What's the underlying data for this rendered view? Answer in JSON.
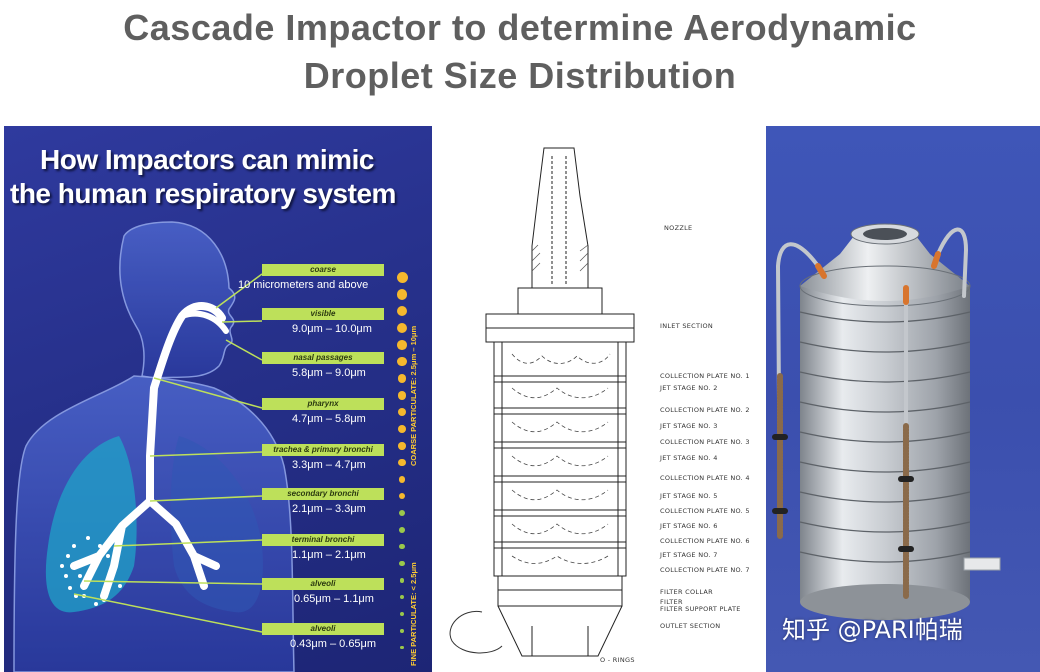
{
  "title": {
    "line1": "Cascade Impactor to determine Aerodynamic",
    "line2": "Droplet Size Distribution"
  },
  "left_panel": {
    "headline_line1": "How Impactors can mimic",
    "headline_line2": "the human respiratory system",
    "regions": [
      {
        "tag": "coarse",
        "value": "10 micrometers and above"
      },
      {
        "tag": "visible",
        "value": "9.0μm – 10.0μm"
      },
      {
        "tag": "nasal passages",
        "value": "5.8μm – 9.0μm"
      },
      {
        "tag": "pharynx",
        "value": "4.7μm – 5.8μm"
      },
      {
        "tag": "trachea & primary bronchi",
        "value": "3.3μm – 4.7μm"
      },
      {
        "tag": "secondary bronchi",
        "value": "2.1μm – 3.3μm"
      },
      {
        "tag": "terminal bronchi",
        "value": "1.1μm – 2.1μm"
      },
      {
        "tag": "alveoli",
        "value": "0.65μm – 1.1μm"
      },
      {
        "tag": "alveoli",
        "value": "0.43μm – 0.65μm"
      }
    ],
    "coarse_axis_label": "COARSE PARTICULATE: 2.5μm – 10μm",
    "fine_axis_label": "FINE PARTICULATE: < 2.5μm",
    "colors": {
      "background": "#2a3393",
      "tag": "#bde05a",
      "lungs": "#1fa3c8",
      "dots": "#f5b82e"
    }
  },
  "diagram": {
    "labels": [
      "NOZZLE",
      "INLET SECTION",
      "COLLECTION PLATE NO. 1",
      "JET STAGE NO. 2",
      "COLLECTION PLATE NO. 2",
      "JET STAGE NO. 3",
      "COLLECTION PLATE NO. 3",
      "JET STAGE NO. 4",
      "COLLECTION PLATE NO. 4",
      "JET STAGE NO. 5",
      "COLLECTION PLATE NO. 5",
      "JET STAGE NO. 6",
      "COLLECTION PLATE NO. 6",
      "JET STAGE NO. 7",
      "COLLECTION PLATE NO. 7",
      "FILTER COLLAR",
      "FILTER",
      "FILTER SUPPORT PLATE",
      "OUTLET SECTION"
    ],
    "o_rings_label": "O - RINGS"
  },
  "watermark": "知乎 @PARI帕瑞"
}
